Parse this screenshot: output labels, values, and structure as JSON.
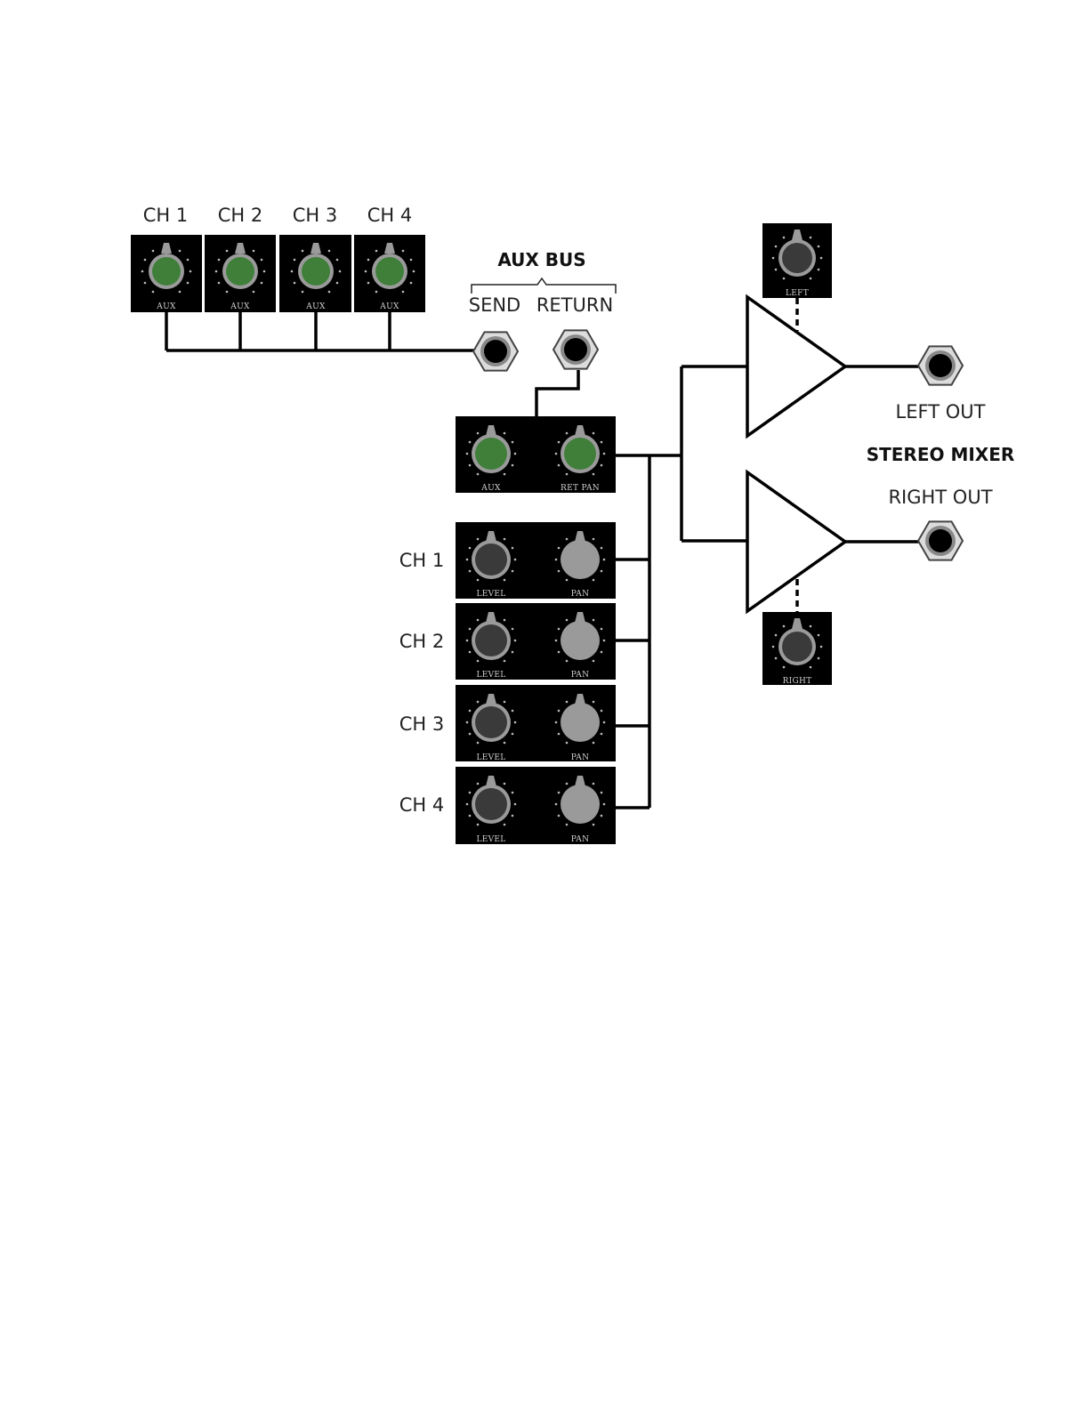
{
  "aux_bus": {
    "title": "AUX BUS",
    "send_label": "SEND",
    "return_label": "RETURN"
  },
  "aux_sends": [
    {
      "channel": "CH 1",
      "knob_label": "AUX"
    },
    {
      "channel": "CH 2",
      "knob_label": "AUX"
    },
    {
      "channel": "CH 3",
      "knob_label": "AUX"
    },
    {
      "channel": "CH 4",
      "knob_label": "AUX"
    }
  ],
  "return_module": {
    "aux_label": "AUX",
    "pan_label": "RET PAN"
  },
  "channels": [
    {
      "label": "CH 1",
      "level_label": "LEVEL",
      "pan_label": "PAN"
    },
    {
      "label": "CH 2",
      "level_label": "LEVEL",
      "pan_label": "PAN"
    },
    {
      "label": "CH 3",
      "level_label": "LEVEL",
      "pan_label": "PAN"
    },
    {
      "label": "CH 4",
      "level_label": "LEVEL",
      "pan_label": "PAN"
    }
  ],
  "stereo_mixer": {
    "title": "STEREO MIXER",
    "left_out": "LEFT OUT",
    "right_out": "RIGHT OUT",
    "left_knob": "LEFT",
    "right_knob": "RIGHT"
  },
  "colors": {
    "knob_green": "#3f7f3a",
    "knob_dark": "#3a3a3a",
    "knob_light": "#9a9a9a",
    "panel": "#000000"
  }
}
